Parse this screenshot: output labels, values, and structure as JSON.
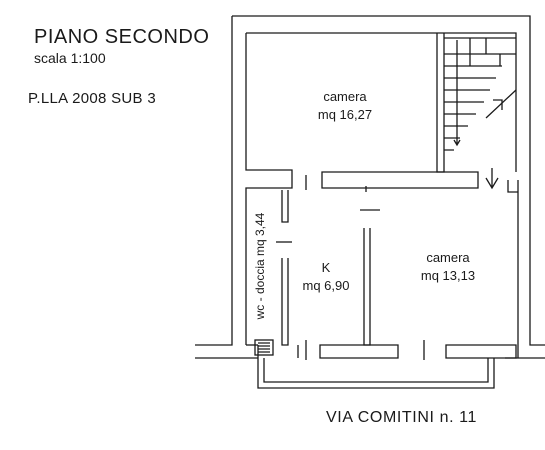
{
  "header": {
    "title": "PIANO SECONDO",
    "scale": "scala 1:100",
    "parcel": "P.LLA  2008  SUB  3"
  },
  "rooms": [
    {
      "name": "camera",
      "area": "mq 16,27"
    },
    {
      "name": "camera",
      "area": "mq 13,13"
    },
    {
      "name": "K",
      "area": "mq 6,90"
    },
    {
      "name": "wc - doccia  mq 3,44"
    }
  ],
  "footer": {
    "address": "VIA  COMITINI  n. 11"
  },
  "colors": {
    "wall_fill": "#ffffff",
    "line": "#1a1a1a",
    "background": "#ffffff"
  }
}
